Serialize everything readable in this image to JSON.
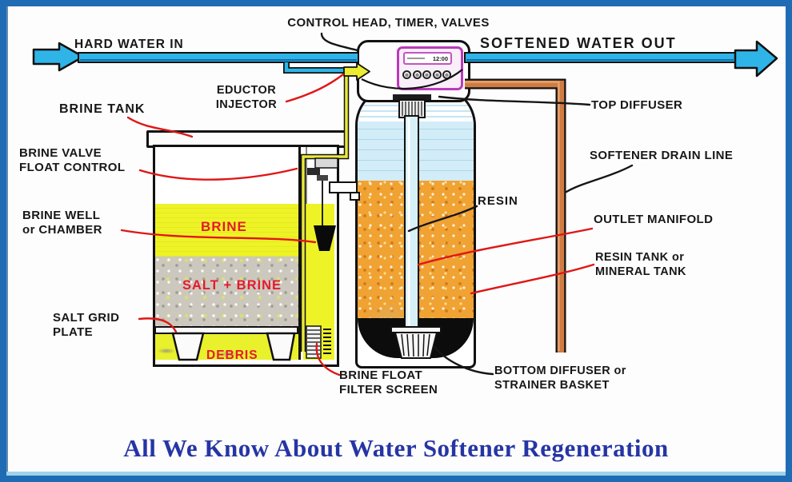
{
  "title": "All We Know About Water Softener Regeneration",
  "labels": {
    "control_head": "CONTROL HEAD, TIMER, VALVES",
    "hard_water_in": "HARD WATER IN",
    "softened_water_out": "SOFTENED WATER OUT",
    "eductor_injector": "EDUCTOR INJECTOR",
    "brine_tank": "BRINE TANK",
    "top_diffuser": "TOP DIFFUSER",
    "brine_valve_float_control": "BRINE VALVE FLOAT CONTROL",
    "softener_drain_line": "SOFTENER DRAIN LINE",
    "brine_well_or_chamber": "BRINE WELL or CHAMBER",
    "resin": "RESIN",
    "outlet_manifold": "OUTLET MANIFOLD",
    "brine": "BRINE",
    "resin_tank_or_mineral_tank": "RESIN TANK or MINERAL TANK",
    "salt_plus_brine": "SALT + BRINE",
    "salt_grid_plate": "SALT GRID PLATE",
    "debris": "DEBRIS",
    "brine_float_filter_screen": "BRINE FLOAT FILTER SCREEN",
    "bottom_diffuser_or_strainer_basket": "BOTTOM DIFFUSER or STRAINER BASKET"
  },
  "control_display": {
    "time": "12:00"
  },
  "colors": {
    "pipe_cyan": "#2fb4e8",
    "drain_copper": "#cf7c42",
    "brine_yellow": "#eef327",
    "resin_orange": "#f0a233",
    "salt_gray": "#ccc8bd",
    "leader_red": "#e01616",
    "panel_purple": "#bb3abb",
    "title_blue": "#2635a5",
    "border_blue": "#1f6cb5"
  }
}
